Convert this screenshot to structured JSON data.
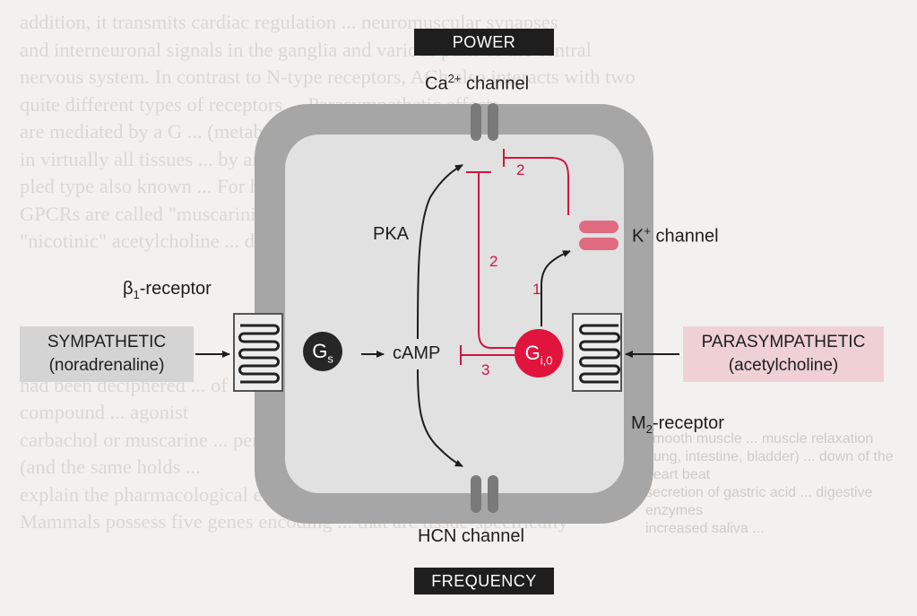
{
  "background_text": {
    "upper": [
      "addition, it transmits cardiac regulation ... neuromuscular synapses",
      "and interneuronal signals in the ganglia and various parts of the central",
      "nervous system. In contrast to N-type receptors, ACh also interacts with two",
      "quite different types of receptors ... Parasympathetic effects",
      "are mediated by a G ... (metabotropic type) found",
      "in virtually all tissues ... by an ion channel-cou-",
      "pled type also known ... For historical reasons the",
      "GPCRs are called \"muscarinic\" ... are known as",
      "\"nicotinic\" acetylcholine ... discussed in detail in Section 16.2."
    ],
    "lower": [
      "had been deciphered ... of this",
      "compound ... agonist",
      "carbachol or muscarine ... permitted",
      "(and the same holds ...",
      "explain the pharmacological effects ...",
      "",
      "Mammals possess five genes encoding ... that are tissue-specifically"
    ],
    "table_lines": [
      "smooth muscle ... muscle relaxation",
      "(lung, intestine, bladder) ... down of the heart beat",
      "secretion of gastric acid ... digestive enzymes",
      "increased saliva ..."
    ]
  },
  "diagram": {
    "power_label": "POWER",
    "frequency_label": "FREQUENCY",
    "ca_channel": {
      "name": "Ca",
      "sup": "2+",
      "suffix": " channel"
    },
    "k_channel": {
      "name": "K",
      "sup": "+",
      "suffix": " channel"
    },
    "hcn_channel": "HCN channel",
    "pka": "PKA",
    "camp": "cAMP",
    "beta_receptor": {
      "prefix": "β",
      "sub": "1",
      "suffix": "-receptor"
    },
    "m2_receptor": {
      "prefix": "M",
      "sub": "2",
      "suffix": "-receptor"
    },
    "gs": {
      "main": "G",
      "sub": "s"
    },
    "gi": {
      "main": "G",
      "sub": "i,0"
    },
    "sympathetic": {
      "line1": "SYMPATHETIC",
      "line2": "(noradrenaline)"
    },
    "parasympathetic": {
      "line1": "PARASYMPATHETIC",
      "line2": "(acetylcholine)"
    },
    "path_numbers": {
      "n1": "1",
      "n2_upper": "2",
      "n2_mid": "2",
      "n3": "3"
    },
    "colors": {
      "inhibition": "#d0153e",
      "gi_circle": "#e0143c",
      "gs_circle": "#262626",
      "cell_membrane": "#a6a6a6",
      "cytoplasm": "#e1e1e1",
      "k_channel": "#e06a80",
      "sym_box": "#d4d4d4",
      "para_box": "#efd0d5"
    }
  }
}
